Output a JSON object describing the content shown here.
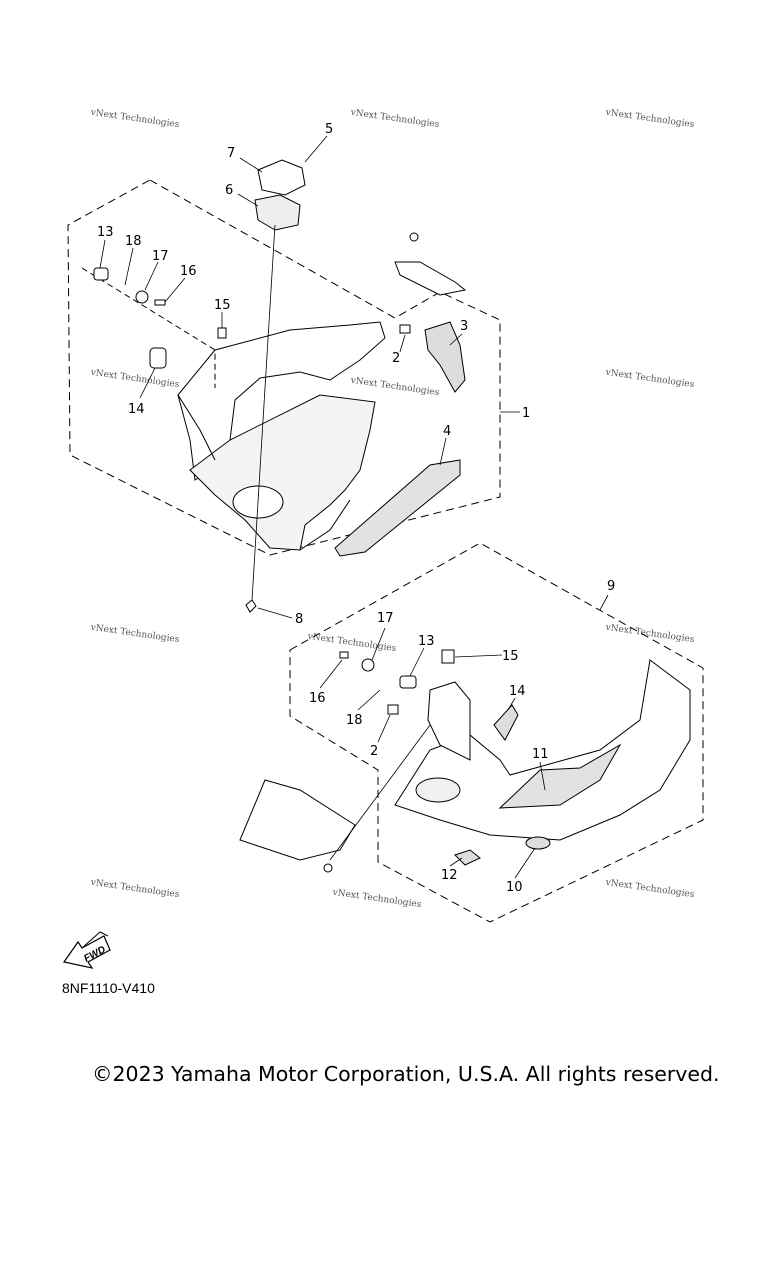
{
  "diagram": {
    "callouts_upper": [
      "13",
      "18",
      "17",
      "16",
      "15",
      "14",
      "7",
      "6",
      "5",
      "3",
      "2",
      "1",
      "4",
      "8"
    ],
    "callouts_lower": [
      "9",
      "17",
      "13",
      "15",
      "16",
      "14",
      "18",
      "2",
      "11",
      "12",
      "10"
    ],
    "watermark": "vNext Technologies",
    "fwd_label": "FWD",
    "diagram_code": "8NF1110-V410"
  },
  "footer": {
    "copyright": "©2023 Yamaha Motor Corporation, U.S.A. All rights reserved."
  }
}
